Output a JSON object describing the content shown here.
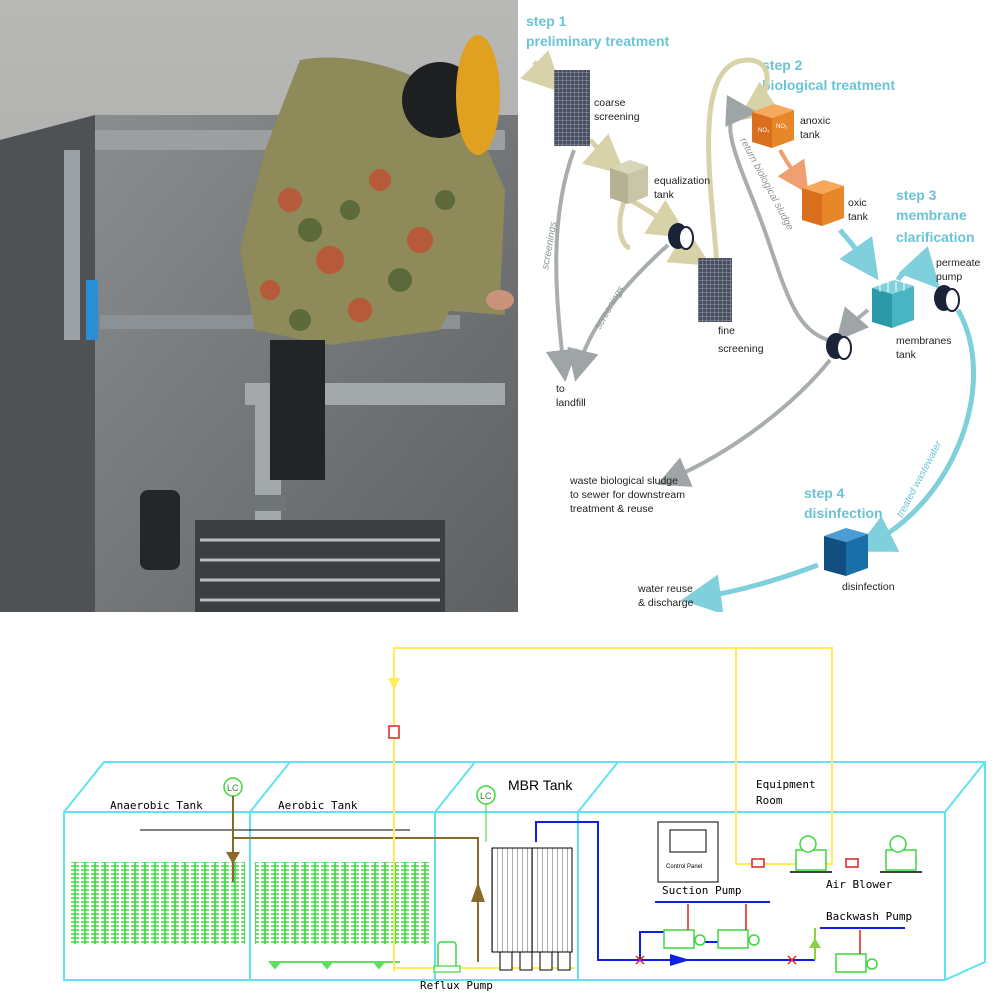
{
  "flow": {
    "step1": {
      "line1": "step 1",
      "line2": "preliminary treatment"
    },
    "step2": {
      "line1": "step 2",
      "line2": "biological treatment"
    },
    "step3": {
      "line1": "step 3",
      "line2": "membrane",
      "line3": "clarification"
    },
    "step4": {
      "line1": "step 4",
      "line2": "disinfection"
    },
    "labels": {
      "coarse_1": "coarse",
      "coarse_2": "screening",
      "equal_1": "equalization",
      "equal_2": "tank",
      "fine_1": "fine",
      "fine_2": "screening",
      "anoxic_1": "anoxic",
      "anoxic_2": "tank",
      "oxic_1": "oxic",
      "oxic_2": "tank",
      "permeate_1": "permeate",
      "permeate_2": "pump",
      "membranes_1": "membranes",
      "membranes_2": "tank",
      "landfill_1": "to",
      "landfill_2": "landfill",
      "waste_1": "waste biological sludge",
      "waste_2": "to sewer for downstream",
      "waste_3": "treatment & reuse",
      "disinfection": "disinfection",
      "reuse_1": "water reuse",
      "reuse_2": "& discharge",
      "screenings_a": "screenings",
      "screenings_b": "screenings",
      "return_sludge": "return biological sludge",
      "treated": "treated wastewater",
      "no3": "NO₃"
    }
  },
  "plant": {
    "anaerobic": "Anaerobic Tank",
    "aerobic": "Aerobic Tank",
    "mbr": "MBR Tank",
    "equipment_1": "Equipment",
    "equipment_2": "Room",
    "control_panel": "Control Panel",
    "air_blower": "Air Blower",
    "suction_pump": "Suction Pump",
    "backwash_pump": "Backwash Pump",
    "reflux_pump": "Reflux Pump",
    "lc": "LC"
  },
  "colors": {
    "step_accent": "#6cc3d4",
    "tank_orange": "#e8862a",
    "disinfection_blue": "#1b6fa8",
    "cad_cyan": "#5fe3f0",
    "cad_yellow": "#ffee55",
    "cad_green": "#5ee05e",
    "cad_blue": "#1020e0"
  }
}
